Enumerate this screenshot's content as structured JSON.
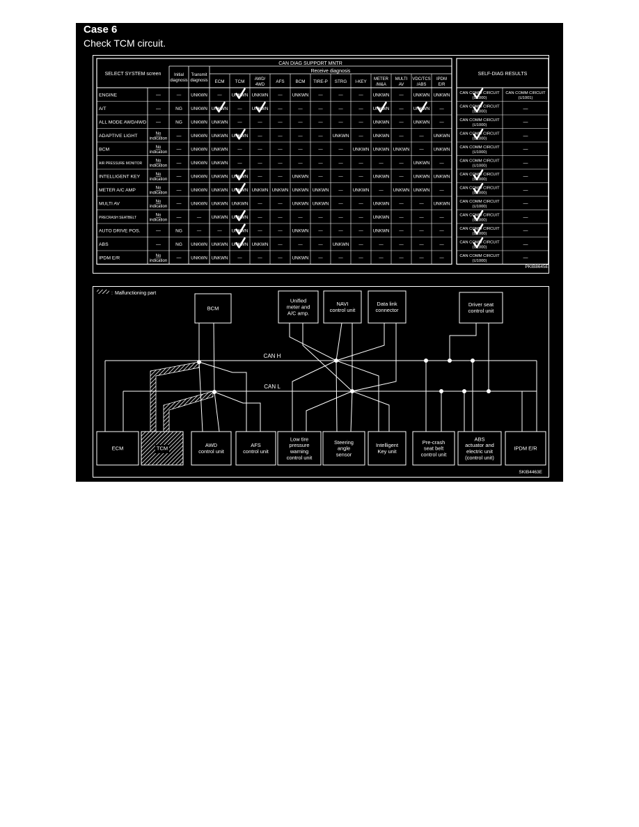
{
  "header": {
    "title": "Case 6",
    "subtitle": "Check TCM circuit."
  },
  "table": {
    "group_header": "CAN DIAG SUPPORT MNTR",
    "receive_header": "Receive diagnosis",
    "select_header": "SELECT SYSTEM screen",
    "self_diag_header": "SELF-DIAG RESULTS",
    "col_initial": "Initial diagnosis",
    "col_transmit": "Transmit diagnosis",
    "receive_columns": [
      "ECM",
      "TCM",
      "AWD/ 4WD",
      "AFS",
      "BCM",
      "TIRE-P",
      "STRG",
      "I-KEY",
      "METER /M&A",
      "MULTI AV",
      "VDC/TCS /ABS",
      "IPDM E/R"
    ],
    "rows": [
      {
        "system": "ENGINE",
        "initial": "—",
        "transmit": "UNKWN",
        "receive": [
          "—",
          "UNKWN",
          "UNKWN",
          "—",
          "UNKWN",
          "—",
          "—",
          "—",
          "UNKWN",
          "—",
          "UNKWN",
          "UNKWN"
        ],
        "checks": [
          1
        ],
        "self_diag": [
          "CAN COMM CIRCUIT (U1000)",
          "CAN COMM CIRCUIT (U1001)"
        ],
        "self_check": [
          true,
          false
        ]
      },
      {
        "system": "A/T",
        "initial": "NG",
        "transmit": "UNKWN",
        "receive": [
          "UNKWN",
          "—",
          "UNKWN",
          "—",
          "—",
          "—",
          "—",
          "—",
          "UNKWN",
          "—",
          "UNKWN",
          "—"
        ],
        "checks": [
          0,
          2,
          8,
          10
        ],
        "self_diag": [
          "CAN COMM CIRCUIT (U1000)",
          "—"
        ],
        "self_check": [
          true,
          false
        ]
      },
      {
        "system": "ALL MODE AWD/4WD",
        "initial": "NG",
        "transmit": "UNKWN",
        "receive": [
          "UNKWN",
          "—",
          "—",
          "—",
          "—",
          "—",
          "—",
          "—",
          "UNKWN",
          "—",
          "UNKWN",
          "—"
        ],
        "checks": [],
        "self_diag": [
          "CAN COMM CIRCUIT (U1000)",
          "—"
        ],
        "self_check": [
          false,
          false
        ]
      },
      {
        "system": "ADAPTIVE LIGHT",
        "initial": "No indication",
        "transmit": "UNKWN",
        "receive": [
          "UNKWN",
          "UNKWN",
          "—",
          "—",
          "—",
          "—",
          "UNKWN",
          "—",
          "UNKWN",
          "—",
          "—",
          "UNKWN"
        ],
        "checks": [
          1
        ],
        "self_diag": [
          "CAN COMM CIRCUIT (U1000)",
          "—"
        ],
        "self_check": [
          true,
          false
        ]
      },
      {
        "system": "BCM",
        "initial": "No indication",
        "transmit": "UNKWN",
        "receive": [
          "UNKWN",
          "—",
          "—",
          "—",
          "—",
          "—",
          "—",
          "UNKWN",
          "UNKWN",
          "UNKWN",
          "—",
          "UNKWN"
        ],
        "checks": [],
        "self_diag": [
          "CAN COMM CIRCUIT (U1000)",
          "—"
        ],
        "self_check": [
          false,
          false
        ]
      },
      {
        "system": "AIR PRESSURE MONITOR",
        "initial": "No indication",
        "transmit": "UNKWN",
        "receive": [
          "UNKWN",
          "—",
          "—",
          "—",
          "—",
          "—",
          "—",
          "—",
          "—",
          "—",
          "UNKWN",
          "—"
        ],
        "checks": [],
        "self_diag": [
          "CAN COMM CIRCUIT (U1000)",
          "—"
        ],
        "self_check": [
          false,
          false
        ]
      },
      {
        "system": "INTELLIGENT KEY",
        "initial": "No indication",
        "transmit": "UNKWN",
        "receive": [
          "UNKWN",
          "UNKWN",
          "—",
          "—",
          "UNKWN",
          "—",
          "—",
          "—",
          "UNKWN",
          "—",
          "UNKWN",
          "UNKWN"
        ],
        "checks": [
          1
        ],
        "self_diag": [
          "CAN COMM CIRCUIT (U1000)",
          "—"
        ],
        "self_check": [
          true,
          false
        ]
      },
      {
        "system": "METER A/C AMP",
        "initial": "No indication",
        "transmit": "UNKWN",
        "receive": [
          "UNKWN",
          "UNKWN",
          "UNKWN",
          "UNKWN",
          "UNKWN",
          "UNKWN",
          "—",
          "UNKWN",
          "—",
          "UNKWN",
          "UNKWN",
          "—"
        ],
        "checks": [
          1
        ],
        "self_diag": [
          "CAN COMM CIRCUIT (U1000)",
          "—"
        ],
        "self_check": [
          true,
          false
        ]
      },
      {
        "system": "MULTI AV",
        "initial": "No indication",
        "transmit": "UNKWN",
        "receive": [
          "UNKWN",
          "UNKWN",
          "—",
          "—",
          "UNKWN",
          "UNKWN",
          "—",
          "—",
          "UNKWN",
          "—",
          "—",
          "UNKWN"
        ],
        "checks": [],
        "self_diag": [
          "CAN COMM CIRCUIT (U1000)",
          "—"
        ],
        "self_check": [
          false,
          false
        ]
      },
      {
        "system": "PRECRASH SEATBELT",
        "initial": "No indication",
        "transmit": "—",
        "receive": [
          "UNKWN",
          "UNKWN",
          "—",
          "—",
          "—",
          "—",
          "—",
          "—",
          "UNKWN",
          "—",
          "—",
          "—"
        ],
        "checks": [
          1
        ],
        "self_diag": [
          "CAN COMM CIRCUIT (U1000)",
          "—"
        ],
        "self_check": [
          true,
          false
        ]
      },
      {
        "system": "AUTO DRIVE POS.",
        "initial": "NG",
        "transmit": "—",
        "receive": [
          "—",
          "UNKWN",
          "—",
          "—",
          "UNKWN",
          "—",
          "—",
          "—",
          "UNKWN",
          "—",
          "—",
          "—"
        ],
        "checks": [
          1
        ],
        "self_diag": [
          "CAN COMM CIRCUIT (U1000)",
          "—"
        ],
        "self_check": [
          true,
          false
        ]
      },
      {
        "system": "ABS",
        "initial": "NG",
        "transmit": "UNKWN",
        "receive": [
          "UNKWN",
          "UNKWN",
          "UNKWN",
          "—",
          "—",
          "—",
          "UNKWN",
          "—",
          "—",
          "—",
          "—",
          "—"
        ],
        "checks": [
          1
        ],
        "self_diag": [
          "CAN COMM CIRCUIT (U1000)",
          "—"
        ],
        "self_check": [
          true,
          false
        ]
      },
      {
        "system": "IPDM E/R",
        "initial": "No indication",
        "transmit": "UNKWN",
        "receive": [
          "UNKWN",
          "—",
          "—",
          "—",
          "UNKWN",
          "—",
          "—",
          "—",
          "—",
          "—",
          "—",
          "—"
        ],
        "checks": [],
        "self_diag": [
          "CAN COMM CIRCUIT (U1000)",
          "—"
        ],
        "self_check": [
          false,
          false
        ]
      }
    ],
    "figure_code": "PKIB8645E"
  },
  "diagram": {
    "legend": "Malfunctioning part",
    "can_h": "CAN H",
    "can_l": "CAN L",
    "top_units": [
      {
        "id": "bcm",
        "label": [
          "BCM"
        ]
      },
      {
        "id": "meter",
        "label": [
          "Unified",
          "meter and",
          "A/C amp."
        ]
      },
      {
        "id": "navi",
        "label": [
          "NAVI",
          "control unit"
        ]
      },
      {
        "id": "dlc",
        "label": [
          "Data link",
          "connector"
        ]
      },
      {
        "id": "driver-seat",
        "label": [
          "Driver seat",
          "control unit"
        ]
      }
    ],
    "bottom_units": [
      {
        "id": "ecm",
        "label": [
          "ECM"
        ]
      },
      {
        "id": "tcm",
        "label": [
          "TCM"
        ],
        "malfunction": true
      },
      {
        "id": "awd",
        "label": [
          "AWD",
          "control unit"
        ]
      },
      {
        "id": "afs",
        "label": [
          "AFS",
          "control unit"
        ]
      },
      {
        "id": "low-tire",
        "label": [
          "Low tire",
          "pressure",
          "warning",
          "control unit"
        ]
      },
      {
        "id": "steering",
        "label": [
          "Steering",
          "angle",
          "sensor"
        ]
      },
      {
        "id": "ikey",
        "label": [
          "Intelligent",
          "Key unit"
        ]
      },
      {
        "id": "precrash",
        "label": [
          "Pre-crash",
          "seat belt",
          "control unit"
        ]
      },
      {
        "id": "abs",
        "label": [
          "ABS",
          "actuator and",
          "electric unit",
          "(control unit)"
        ]
      },
      {
        "id": "ipdm",
        "label": [
          "IPDM E/R"
        ]
      }
    ],
    "figure_code": "SKIB4463E"
  }
}
